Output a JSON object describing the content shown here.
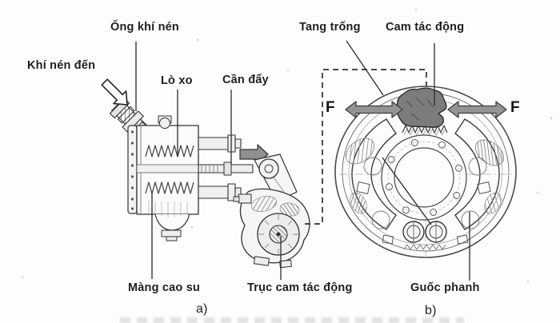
{
  "panel_a": {
    "caption": "a)",
    "labels": {
      "air_pipe": "Ống khí nén",
      "air_supply": "Khí nén đến",
      "spring": "Lò xo",
      "push_rod": "Cần đẩy",
      "rubber_diaphragm": "Màng cao su",
      "cam_shaft": "Trục cam tác động"
    }
  },
  "panel_b": {
    "caption": "b)",
    "labels": {
      "drum": "Tang trống",
      "cam": "Cam tác động",
      "brake_shoe": "Guốc phanh"
    },
    "force_left": "F",
    "force_right": "F"
  },
  "colors": {
    "paper": "#fdfdfb",
    "ink": "#2e2e2e",
    "label_ink": "#1e1e1e",
    "arrow_fill": "#949494",
    "cam_fill": "#7c7c7c"
  }
}
